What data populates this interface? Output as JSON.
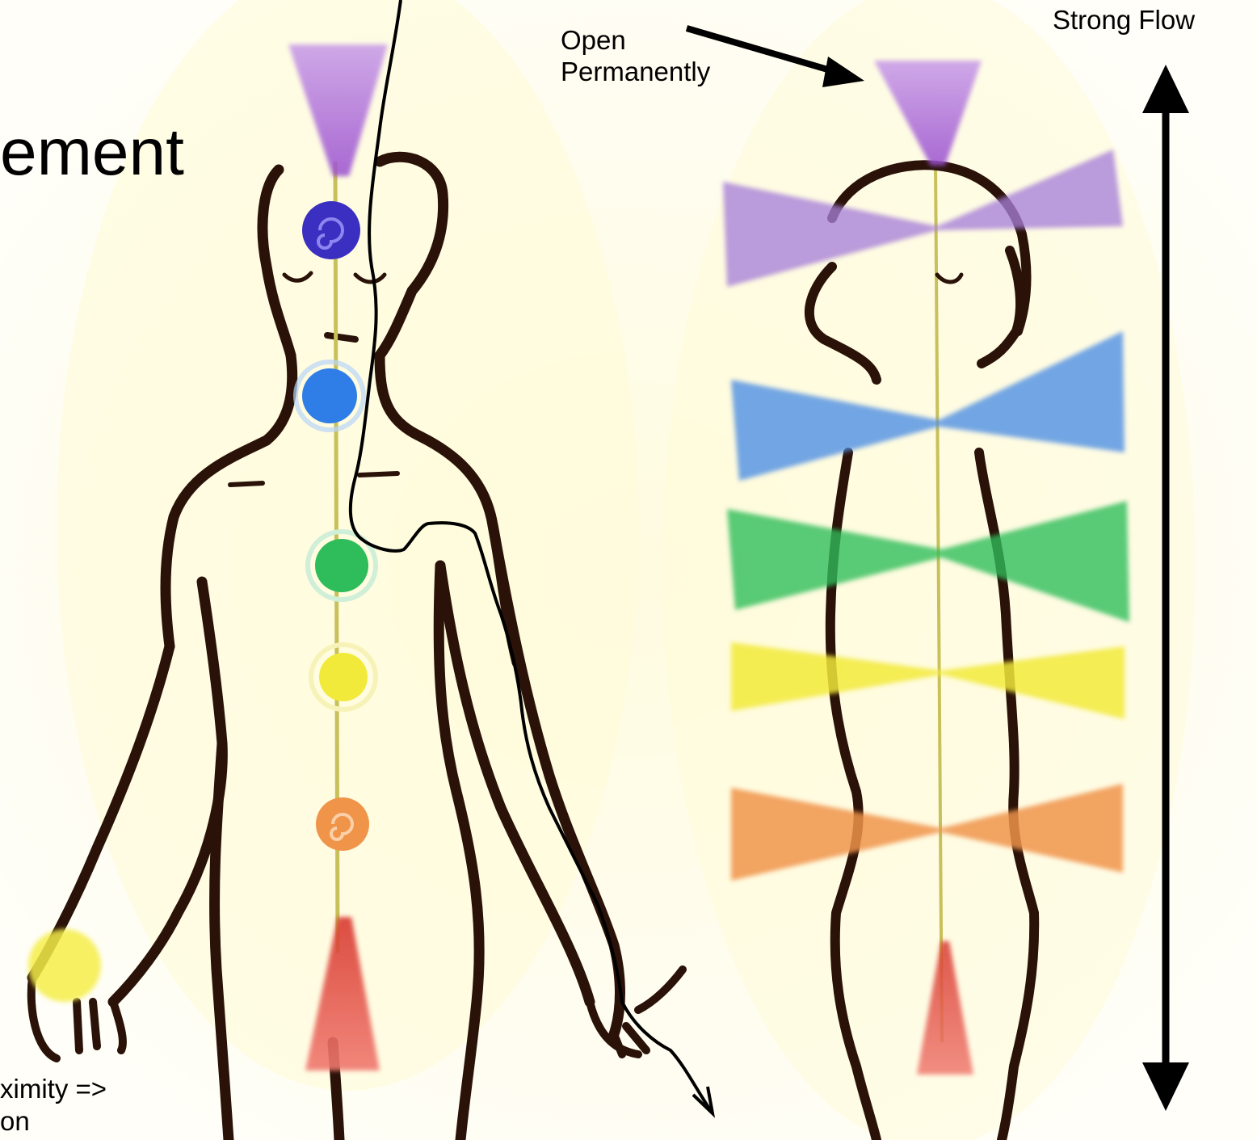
{
  "slide": {
    "title_fragment": "ement",
    "open_label_lines": [
      "Open",
      "Permanently"
    ],
    "strong_flow_label": "Strong Flow",
    "proximity_label_lines": [
      "ximity =>",
      "on"
    ]
  },
  "chakras": {
    "left_figure": [
      "violet-crown",
      "indigo",
      "blue",
      "green",
      "yellow",
      "orange",
      "red-root"
    ],
    "right_figure": [
      "violet-crown",
      "violet",
      "blue",
      "green",
      "yellow",
      "orange",
      "red-root"
    ],
    "colors": {
      "violet": "#b57be0",
      "indigo": "#3a2fc0",
      "blue": "#2f7de6",
      "green": "#2ebd5a",
      "yellow": "#f2ea3a",
      "orange": "#f0944a",
      "red": "#e0463c",
      "cord": "#c8c05a",
      "outline": "#2a1208"
    }
  }
}
